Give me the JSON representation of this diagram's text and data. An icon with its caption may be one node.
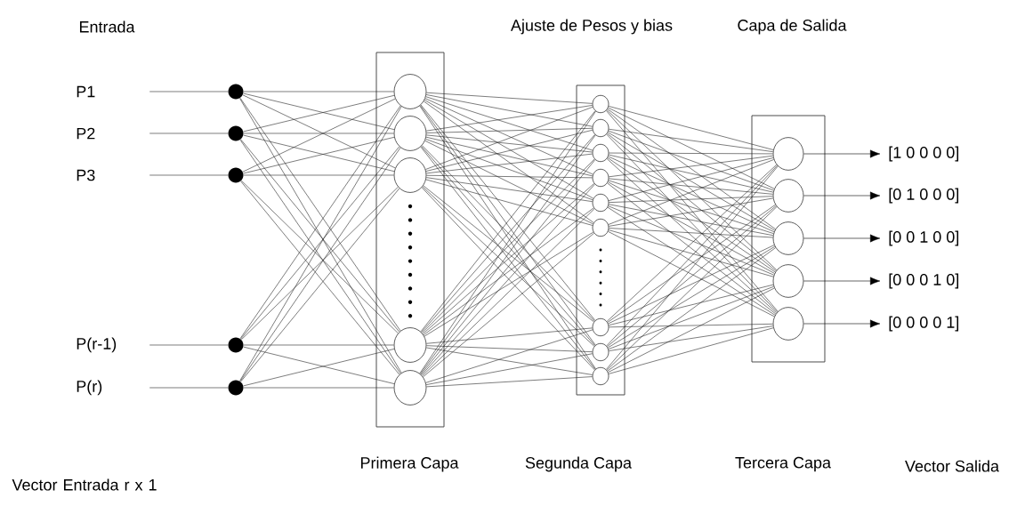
{
  "diagram": {
    "nodes": [
      {
        "text": [
          "P1"
        ]
      },
      {
        "text": [
          "P2"
        ]
      },
      {
        "text": [
          "P3"
        ]
      },
      {
        "text": [
          "P(r-1)"
        ]
      },
      {
        "text": [
          "P(r)"
        ]
      },
      {
        "text": [],
        "shape": "dot"
      },
      {
        "text": [],
        "shape": "dot"
      },
      {
        "text": [],
        "shape": "dot"
      },
      {
        "text": [],
        "shape": "dot"
      },
      {
        "text": [],
        "shape": "dot"
      },
      {
        "text": [],
        "shape": "box"
      },
      {
        "text": [],
        "shape": "circle",
        "in": 10
      },
      {
        "text": [],
        "shape": "circle",
        "in": 10
      },
      {
        "text": [],
        "shape": "circle",
        "in": 10
      },
      {
        "text": [],
        "shape": "circle",
        "in": 10
      },
      {
        "text": [],
        "shape": "circle",
        "in": 10
      },
      {
        "text": [],
        "shape": "box"
      },
      {
        "text": [],
        "shape": "circle",
        "in": 16
      },
      {
        "text": [],
        "shape": "circle",
        "in": 16
      },
      {
        "text": [],
        "shape": "circle",
        "in": 16
      },
      {
        "text": [],
        "shape": "circle",
        "in": 16
      },
      {
        "text": [],
        "shape": "circle",
        "in": 16
      },
      {
        "text": [],
        "shape": "circle",
        "in": 16
      },
      {
        "text": [],
        "shape": "circle",
        "in": 16
      },
      {
        "text": [],
        "shape": "circle",
        "in": 16
      },
      {
        "text": [],
        "shape": "circle",
        "in": 16
      },
      {
        "text": [],
        "shape": "box"
      },
      {
        "text": [],
        "shape": "circle",
        "in": 26
      },
      {
        "text": [],
        "shape": "circle",
        "in": 26
      },
      {
        "text": [],
        "shape": "circle",
        "in": 26
      },
      {
        "text": [],
        "shape": "circle",
        "in": 26
      },
      {
        "text": [],
        "shape": "circle",
        "in": 26
      },
      {
        "text": [
          "[1 0 0 0 0]"
        ]
      },
      {
        "text": [
          "[0 1 0 0 0]"
        ]
      },
      {
        "text": [
          "[0 0 1 0 0]"
        ]
      },
      {
        "text": [
          "[0 0 0 1 0]"
        ]
      },
      {
        "text": [
          "[0 0 0 0 1]"
        ]
      }
    ],
    "edges": [
      {
        "from": 0,
        "to": 5,
        "arrow": "none"
      },
      {
        "from": 1,
        "to": 6,
        "arrow": "none"
      },
      {
        "from": 2,
        "to": 7,
        "arrow": "none"
      },
      {
        "from": 3,
        "to": 8,
        "arrow": "none"
      },
      {
        "from": 4,
        "to": 9,
        "arrow": "none"
      },
      {
        "from": 5,
        "to": 11,
        "arrow": "none"
      },
      {
        "from": 5,
        "to": 12,
        "arrow": "none"
      },
      {
        "from": 5,
        "to": 13,
        "arrow": "none"
      },
      {
        "from": 5,
        "to": 14,
        "arrow": "none"
      },
      {
        "from": 5,
        "to": 15,
        "arrow": "none"
      },
      {
        "from": 6,
        "to": 11,
        "arrow": "none"
      },
      {
        "from": 6,
        "to": 12,
        "arrow": "none"
      },
      {
        "from": 6,
        "to": 13,
        "arrow": "none"
      },
      {
        "from": 6,
        "to": 14,
        "arrow": "none"
      },
      {
        "from": 6,
        "to": 15,
        "arrow": "none"
      },
      {
        "from": 7,
        "to": 11,
        "arrow": "none"
      },
      {
        "from": 7,
        "to": 12,
        "arrow": "none"
      },
      {
        "from": 7,
        "to": 13,
        "arrow": "none"
      },
      {
        "from": 7,
        "to": 14,
        "arrow": "none"
      },
      {
        "from": 7,
        "to": 15,
        "arrow": "none"
      },
      {
        "from": 8,
        "to": 11,
        "arrow": "none"
      },
      {
        "from": 8,
        "to": 12,
        "arrow": "none"
      },
      {
        "from": 8,
        "to": 13,
        "arrow": "none"
      },
      {
        "from": 8,
        "to": 14,
        "arrow": "none"
      },
      {
        "from": 8,
        "to": 15,
        "arrow": "none"
      },
      {
        "from": 9,
        "to": 11,
        "arrow": "none"
      },
      {
        "from": 9,
        "to": 12,
        "arrow": "none"
      },
      {
        "from": 9,
        "to": 13,
        "arrow": "none"
      },
      {
        "from": 9,
        "to": 14,
        "arrow": "none"
      },
      {
        "from": 9,
        "to": 15,
        "arrow": "none"
      },
      {
        "from": 11,
        "to": 17,
        "arrow": "none"
      },
      {
        "from": 11,
        "to": 18,
        "arrow": "none"
      },
      {
        "from": 11,
        "to": 19,
        "arrow": "none"
      },
      {
        "from": 11,
        "to": 20,
        "arrow": "none"
      },
      {
        "from": 11,
        "to": 21,
        "arrow": "none"
      },
      {
        "from": 11,
        "to": 22,
        "arrow": "none"
      },
      {
        "from": 11,
        "to": 23,
        "arrow": "none"
      },
      {
        "from": 11,
        "to": 24,
        "arrow": "none"
      },
      {
        "from": 11,
        "to": 25,
        "arrow": "none"
      },
      {
        "from": 12,
        "to": 17,
        "arrow": "none"
      },
      {
        "from": 12,
        "to": 18,
        "arrow": "none"
      },
      {
        "from": 12,
        "to": 19,
        "arrow": "none"
      },
      {
        "from": 12,
        "to": 20,
        "arrow": "none"
      },
      {
        "from": 12,
        "to": 21,
        "arrow": "none"
      },
      {
        "from": 12,
        "to": 22,
        "arrow": "none"
      },
      {
        "from": 12,
        "to": 23,
        "arrow": "none"
      },
      {
        "from": 12,
        "to": 24,
        "arrow": "none"
      },
      {
        "from": 12,
        "to": 25,
        "arrow": "none"
      },
      {
        "from": 13,
        "to": 17,
        "arrow": "none"
      },
      {
        "from": 13,
        "to": 18,
        "arrow": "none"
      },
      {
        "from": 13,
        "to": 19,
        "arrow": "none"
      },
      {
        "from": 13,
        "to": 20,
        "arrow": "none"
      },
      {
        "from": 13,
        "to": 21,
        "arrow": "none"
      },
      {
        "from": 13,
        "to": 22,
        "arrow": "none"
      },
      {
        "from": 13,
        "to": 23,
        "arrow": "none"
      },
      {
        "from": 13,
        "to": 24,
        "arrow": "none"
      },
      {
        "from": 13,
        "to": 25,
        "arrow": "none"
      },
      {
        "from": 14,
        "to": 17,
        "arrow": "none"
      },
      {
        "from": 14,
        "to": 18,
        "arrow": "none"
      },
      {
        "from": 14,
        "to": 19,
        "arrow": "none"
      },
      {
        "from": 14,
        "to": 20,
        "arrow": "none"
      },
      {
        "from": 14,
        "to": 21,
        "arrow": "none"
      },
      {
        "from": 14,
        "to": 22,
        "arrow": "none"
      },
      {
        "from": 14,
        "to": 23,
        "arrow": "none"
      },
      {
        "from": 14,
        "to": 24,
        "arrow": "none"
      },
      {
        "from": 14,
        "to": 25,
        "arrow": "none"
      },
      {
        "from": 15,
        "to": 17,
        "arrow": "none"
      },
      {
        "from": 15,
        "to": 18,
        "arrow": "none"
      },
      {
        "from": 15,
        "to": 19,
        "arrow": "none"
      },
      {
        "from": 15,
        "to": 20,
        "arrow": "none"
      },
      {
        "from": 15,
        "to": 21,
        "arrow": "none"
      },
      {
        "from": 15,
        "to": 22,
        "arrow": "none"
      },
      {
        "from": 15,
        "to": 23,
        "arrow": "none"
      },
      {
        "from": 15,
        "to": 24,
        "arrow": "none"
      },
      {
        "from": 15,
        "to": 25,
        "arrow": "none"
      },
      {
        "from": 17,
        "to": 27,
        "arrow": "none"
      },
      {
        "from": 17,
        "to": 28,
        "arrow": "none"
      },
      {
        "from": 17,
        "to": 29,
        "arrow": "none"
      },
      {
        "from": 17,
        "to": 30,
        "arrow": "none"
      },
      {
        "from": 17,
        "to": 31,
        "arrow": "none"
      },
      {
        "from": 18,
        "to": 27,
        "arrow": "none"
      },
      {
        "from": 18,
        "to": 28,
        "arrow": "none"
      },
      {
        "from": 18,
        "to": 29,
        "arrow": "none"
      },
      {
        "from": 18,
        "to": 30,
        "arrow": "none"
      },
      {
        "from": 18,
        "to": 31,
        "arrow": "none"
      },
      {
        "from": 19,
        "to": 27,
        "arrow": "none"
      },
      {
        "from": 19,
        "to": 28,
        "arrow": "none"
      },
      {
        "from": 19,
        "to": 29,
        "arrow": "none"
      },
      {
        "from": 19,
        "to": 30,
        "arrow": "none"
      },
      {
        "from": 19,
        "to": 31,
        "arrow": "none"
      },
      {
        "from": 20,
        "to": 27,
        "arrow": "none"
      },
      {
        "from": 20,
        "to": 28,
        "arrow": "none"
      },
      {
        "from": 20,
        "to": 29,
        "arrow": "none"
      },
      {
        "from": 20,
        "to": 30,
        "arrow": "none"
      },
      {
        "from": 20,
        "to": 31,
        "arrow": "none"
      },
      {
        "from": 21,
        "to": 27,
        "arrow": "none"
      },
      {
        "from": 21,
        "to": 28,
        "arrow": "none"
      },
      {
        "from": 21,
        "to": 29,
        "arrow": "none"
      },
      {
        "from": 21,
        "to": 30,
        "arrow": "none"
      },
      {
        "from": 21,
        "to": 31,
        "arrow": "none"
      },
      {
        "from": 22,
        "to": 27,
        "arrow": "none"
      },
      {
        "from": 22,
        "to": 28,
        "arrow": "none"
      },
      {
        "from": 22,
        "to": 29,
        "arrow": "none"
      },
      {
        "from": 22,
        "to": 30,
        "arrow": "none"
      },
      {
        "from": 22,
        "to": 31,
        "arrow": "none"
      },
      {
        "from": 23,
        "to": 27,
        "arrow": "none"
      },
      {
        "from": 23,
        "to": 28,
        "arrow": "none"
      },
      {
        "from": 23,
        "to": 29,
        "arrow": "none"
      },
      {
        "from": 23,
        "to": 30,
        "arrow": "none"
      },
      {
        "from": 23,
        "to": 31,
        "arrow": "none"
      },
      {
        "from": 24,
        "to": 27,
        "arrow": "none"
      },
      {
        "from": 24,
        "to": 28,
        "arrow": "none"
      },
      {
        "from": 24,
        "to": 29,
        "arrow": "none"
      },
      {
        "from": 24,
        "to": 30,
        "arrow": "none"
      },
      {
        "from": 24,
        "to": 31,
        "arrow": "none"
      },
      {
        "from": 25,
        "to": 27,
        "arrow": "none"
      },
      {
        "from": 25,
        "to": 28,
        "arrow": "none"
      },
      {
        "from": 25,
        "to": 29,
        "arrow": "none"
      },
      {
        "from": 25,
        "to": 30,
        "arrow": "none"
      },
      {
        "from": 25,
        "to": 31,
        "arrow": "none"
      },
      {
        "from": 27,
        "to": 32,
        "arrow": "to"
      },
      {
        "from": 28,
        "to": 33,
        "arrow": "to"
      },
      {
        "from": 29,
        "to": 34,
        "arrow": "to"
      },
      {
        "from": 30,
        "to": 35,
        "arrow": "to"
      },
      {
        "from": 31,
        "to": 36,
        "arrow": "to"
      }
    ],
    "labels": [
      "Entrada",
      "Ajuste de Pesos y bias",
      "Capa de Salida",
      "Vector Entrada r x 1",
      "Primera Capa",
      "Segunda Capa",
      "Tercera Capa",
      "Vector Salida"
    ]
  }
}
